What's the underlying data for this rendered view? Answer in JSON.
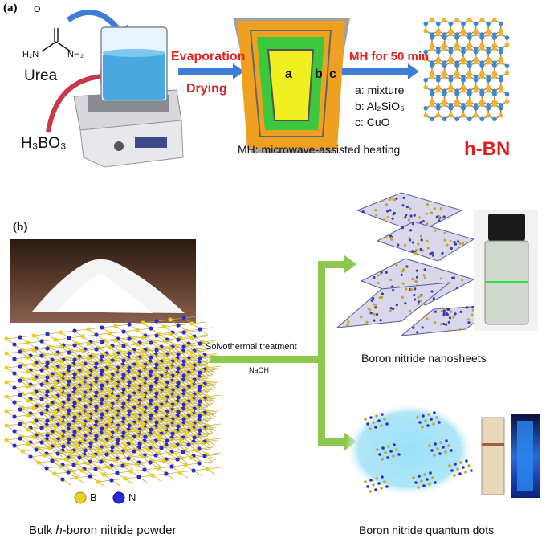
{
  "panel_a": {
    "label": "(a)",
    "urea_label": "Urea",
    "urea_formula": {
      "h2n": "H₂N",
      "nh2": "NH₂",
      "o": "O"
    },
    "boric_acid": "H₃BO₃",
    "step1_top": "Evaporation",
    "step1_bottom": "Drying",
    "crucible_letters": {
      "a": "a",
      "b": "b",
      "c": "c"
    },
    "step2": "MH for 50 min",
    "legend": [
      "a: mixture",
      "b: Al₂SiO₅",
      "c: CuO"
    ],
    "mh_caption": "MH: microwave-assisted heating",
    "product": "h-BN",
    "colors": {
      "arrow": "#3b7dd8",
      "text_red": "#e02020",
      "outer": "#f0a020",
      "middle": "#3cc83c",
      "inner": "#f0f020",
      "boron": "#f0b030",
      "nitrogen": "#3a8ad0"
    }
  },
  "panel_b": {
    "label": "(b)",
    "process": "Solvothermal treatment",
    "reagent": "NaOH",
    "legend": [
      {
        "symbol": "B",
        "color": "#e8d020"
      },
      {
        "symbol": "N",
        "color": "#2a2ad8"
      }
    ],
    "bulk_caption_prefix": "Bulk ",
    "bulk_caption_italic": "h",
    "bulk_caption_suffix": "-boron nitride powder",
    "nanosheets_caption": "Boron nitride nanosheets",
    "quantum_dots_caption": "Boron nitride quantum dots",
    "colors": {
      "arrow": "#8cc84b",
      "glow": "#9be0f5"
    }
  }
}
